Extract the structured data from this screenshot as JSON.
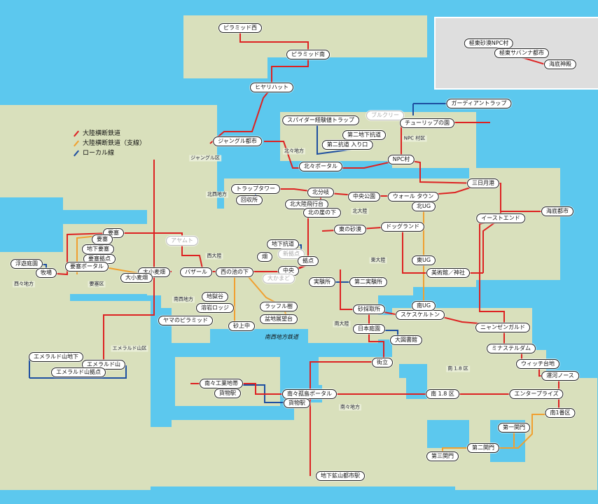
{
  "colors": {
    "sea": "#5cc8ee",
    "land": "#d9e0bc",
    "inset_bg": "#dedede",
    "main_line": "#dd2222",
    "branch_line": "#f0a030",
    "local_line": "#1e4fa0"
  },
  "legend": {
    "items": [
      {
        "label": "大陸横断鉄道",
        "color": "#dd2222"
      },
      {
        "label": "大陸横断鉄道（支線）",
        "color": "#f0a030"
      },
      {
        "label": "ローカル線",
        "color": "#1e4fa0"
      }
    ]
  },
  "inset": {
    "stations": [
      "極東砂漠NPC村",
      "極東サバンナ都市",
      "海底神殿"
    ]
  },
  "stations": {
    "piramid_nishi": "ピラミッド西",
    "piramid_minami": "ピラミッド南",
    "hiyari_hat": "ヒヤリハット",
    "jungle_toshi": "ジャングル都市",
    "spider_trap": "スパイダー経験値トラップ",
    "dai2_chika_kodo": "第二地下抗道",
    "dai2_kodo_iriguchi": "第二抗道 入り口",
    "kita_portal": "北々ポータル",
    "npc_mura": "NPC村",
    "burukuri": "ブルクリー",
    "tulip": "チューリップの園",
    "guardian_trap": "ガーディアントラップ",
    "trap_tower": "トラップタワー",
    "kaishujo": "回収所",
    "kitabunki": "北分岐",
    "chuo_koen": "中央公園",
    "wall_town": "ウォール タウン",
    "mikazuki": "三日月港",
    "kitatairiku_hiko": "北大陸飛行台",
    "kita_gake": "北の崖の下",
    "higashi_sabaku": "東の砂漠",
    "dog_land": "ドッグランド",
    "kita_ug": "北UG",
    "east_end": "イーストエンド",
    "kaitei_toshi": "海底都市",
    "fuyu_teien": "浮遊庭園",
    "bokujo": "牧場",
    "yosai": "要塞",
    "yosai2": "要塞",
    "chika_yosai": "地下要塞",
    "yosai_kyoten": "要塞拠点",
    "yosai_portal": "要塞ポータル",
    "ayamuto": "アヤムト",
    "komugi": "大小麦畑",
    "komugi_small": "大小麦畑",
    "bazaar": "バザール",
    "nishi_ike": "西の池の下",
    "chika_kodo": "地下抗道",
    "shinkyoten": "新拠点",
    "kyoten": "拠点",
    "tsuki": "畑",
    "chuo": "中央",
    "kamado": "大かまど",
    "jikkenjo": "実験所",
    "dai2_jikkenjo": "第二実験所",
    "higashi_ug": "東UG",
    "bijutsukan": "美術館／神社",
    "chigokudani": "地獄谷",
    "yogan_lodge": "溶岩ロッジ",
    "yama_piramid": "ヤマのピラミッド",
    "raffle": "ラッフル樹",
    "bonchi": "盆地展望台",
    "sunaue_naka": "砂上中",
    "sakushujo": "砂採取所",
    "sukeskeruton": "スケスケルトン",
    "minami_ug": "南UG",
    "nihon_teien": "日本庭園",
    "otsuka": "大図書館",
    "nyanzen": "ニャンゼンガルド",
    "minastel": "ミナステルダム",
    "gairitsu": "街立",
    "witch": "ウィッチ台地",
    "unga_north": "運河ノース",
    "emerald_chika": "エメラルド山地下",
    "emerald_yama": "エメラルド山",
    "emerald_kyoten": "エメラルド山拠点",
    "minami_kogyo": "南々工業地帯",
    "kamotsu1": "貨物駅",
    "minami_portal": "南々孤島ポータル",
    "kamotsu2": "貨物駅",
    "minami18": "南 1.8 区",
    "enterprise": "エンタープライズ",
    "minami1": "南1番区",
    "dai1_mon": "第一関門",
    "dai2_mon": "第二関門",
    "dai3_mon": "第三関門",
    "chika_kozan": "地下鉱山都市駅"
  },
  "areas": {
    "jungle_ku": "ジャングル区",
    "kita_chiho": "北々地方",
    "npc_ku": "NPC 村区",
    "hokusei_chiho": "北西地方",
    "kita_tairiku": "北大陸",
    "nishi_tairiku": "西大陸",
    "higashi_tairiku": "東大陸",
    "nishi_chiho": "西々地方",
    "yosai_ku": "要塞区",
    "nansei_chiho": "南西地方",
    "minami_tairiku": "南大陸",
    "emerald_ku": "エメラルド山区",
    "minami18_ku": "南 1.8 区",
    "minami_chiho": "南々地方"
  },
  "rail_note": "南西地方鉄道"
}
